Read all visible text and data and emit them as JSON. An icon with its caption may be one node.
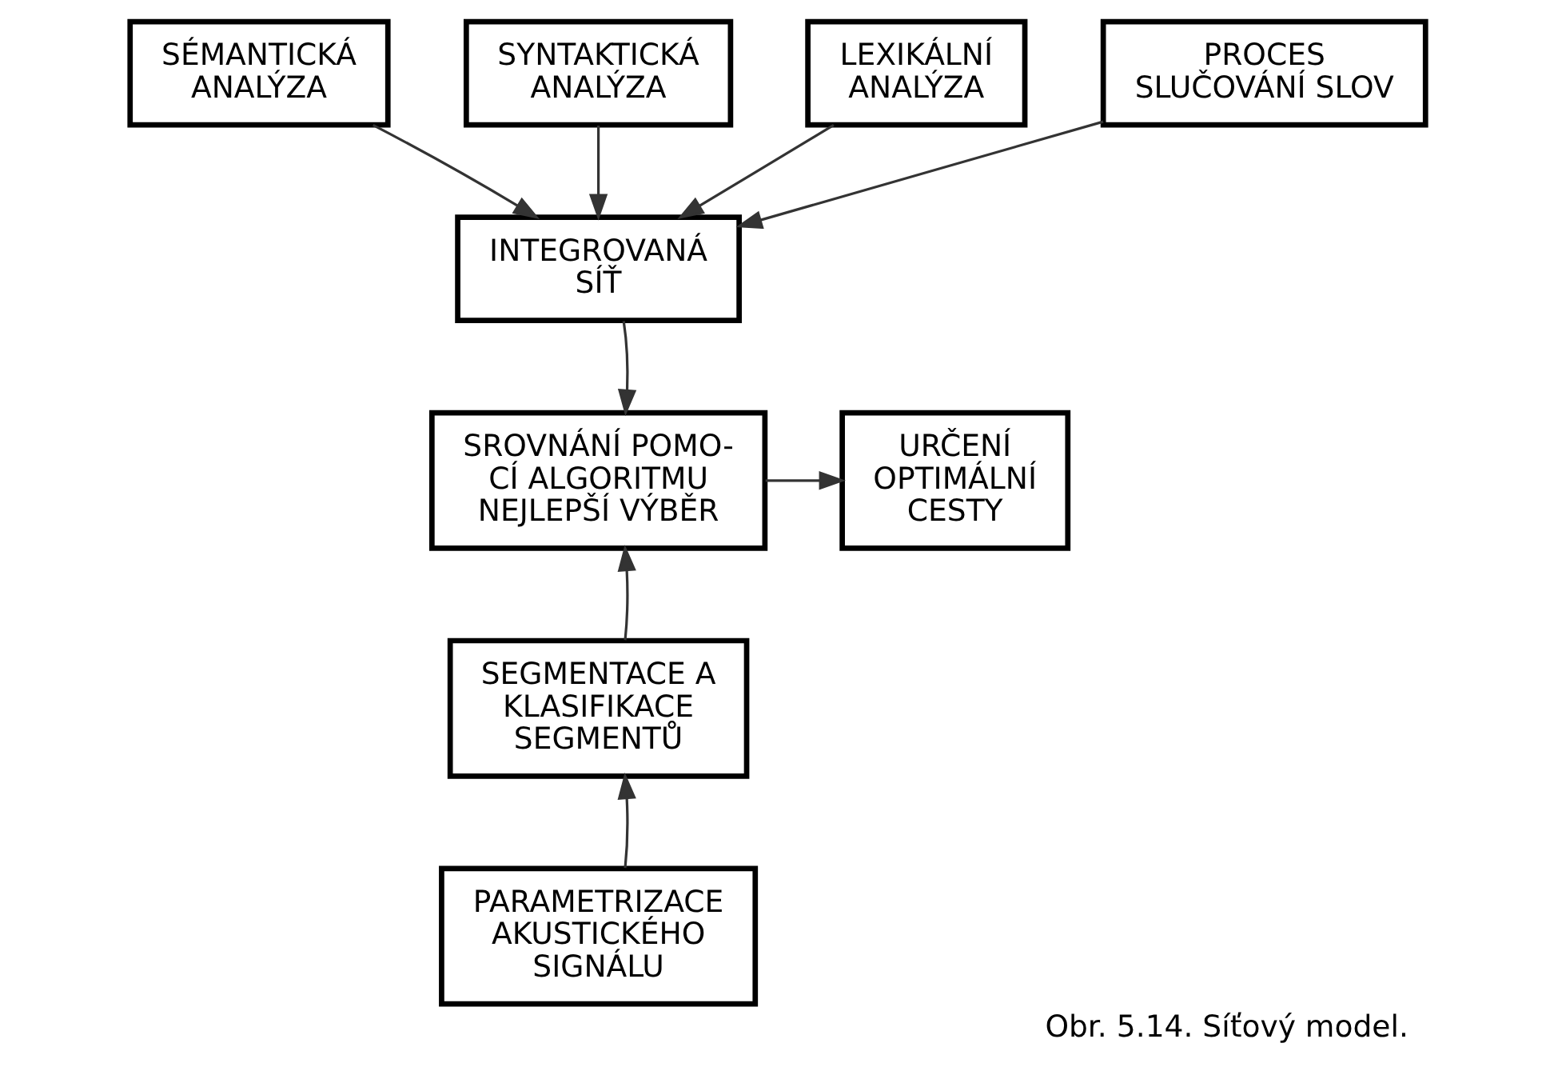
{
  "diagram": {
    "caption": "Obr. 5.14. Síťový model.",
    "nodes": [
      {
        "text": [
          "SÉMANTICKÁ ANALÝZA"
        ]
      },
      {
        "text": [
          "SYNTAKTICKÁ ANALÝZA"
        ]
      },
      {
        "text": [
          "LEXIKÁLNÍ ANALÝZA"
        ]
      },
      {
        "text": [
          "PROCES SLUČOVÁNÍ SLOV"
        ]
      },
      {
        "text": [
          "INTEGROVANÁ SÍŤ"
        ]
      },
      {
        "text": [
          "SROVNÁNÍ POMO- CÍ ALGORITMU NEJLEPŠÍ VÝBĚR"
        ]
      },
      {
        "text": [
          "URČENÍ OPTIMÁLNÍ CESTY"
        ]
      },
      {
        "text": [
          "SEGMENTACE A KLASIFIKACE SEGMENTŮ"
        ]
      },
      {
        "text": [
          "PARAMETRIZACE AKUSTICKÉHO SIGNÁLU"
        ]
      }
    ],
    "edges": [
      {
        "from": 0,
        "to": 4,
        "arrow": "to"
      },
      {
        "from": 1,
        "to": 4,
        "arrow": "to"
      },
      {
        "from": 2,
        "to": 4,
        "arrow": "to"
      },
      {
        "from": 3,
        "to": 4,
        "arrow": "to"
      },
      {
        "from": 4,
        "to": 5,
        "arrow": "to"
      },
      {
        "from": 5,
        "to": 6,
        "arrow": "to"
      },
      {
        "from": 7,
        "to": 5,
        "arrow": "to"
      },
      {
        "from": 8,
        "to": 7,
        "arrow": "to"
      }
    ]
  }
}
